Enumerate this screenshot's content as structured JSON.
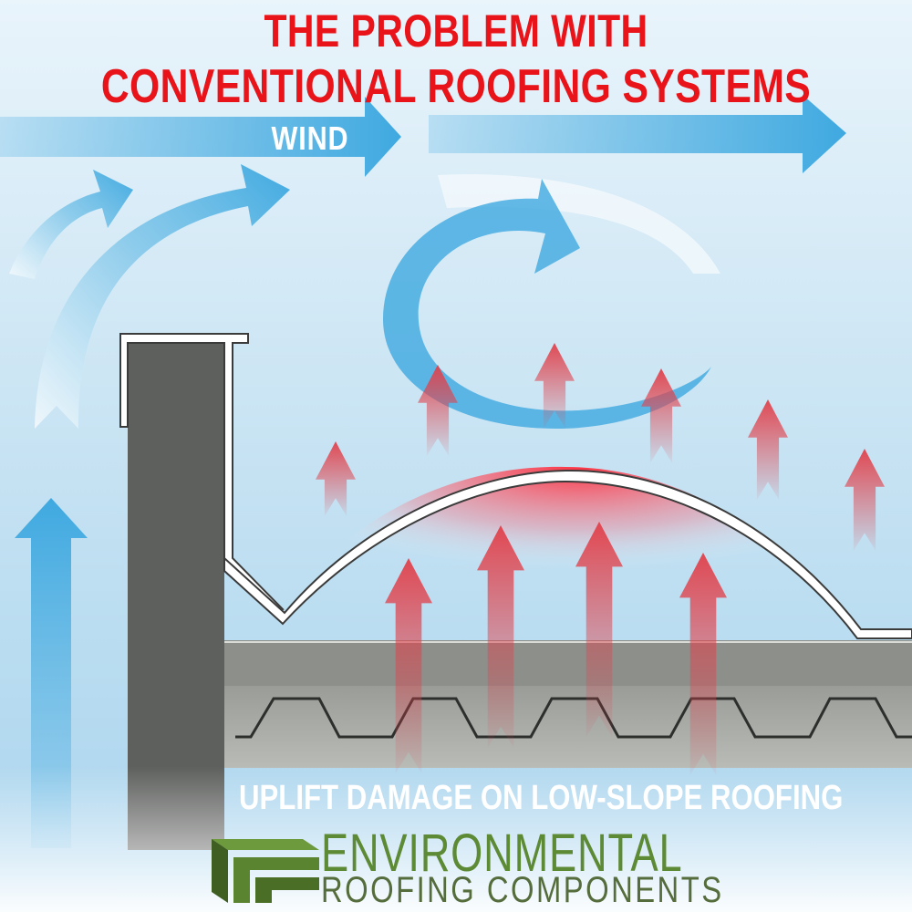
{
  "title": {
    "line1": "THE PROBLEM WITH",
    "line2": "CONVENTIONAL ROOFING SYSTEMS"
  },
  "wind_label": "WIND",
  "caption": "UPLIFT DAMAGE ON LOW-SLOPE ROOFING",
  "brand": {
    "name": "ENVIRONMENTAL",
    "subtitle": "ROOFING COMPONENTS"
  },
  "colors": {
    "title": "#e8141a",
    "wind_arrow": "#3fa9e0",
    "uplift_arrow": "#e0414b",
    "wall": "#5e605e",
    "logo_green": "#5d8a35"
  }
}
